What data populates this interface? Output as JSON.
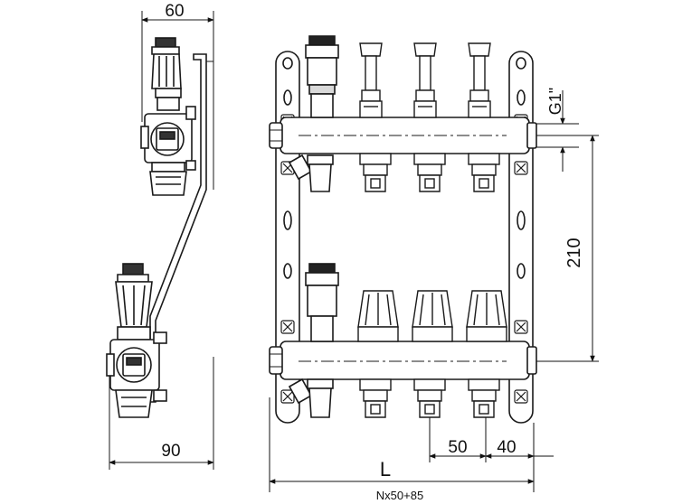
{
  "dimensions": {
    "side_width": "60",
    "side_depth": "90",
    "thread": "G1\"",
    "height": "210",
    "outlet_pitch": "50",
    "end_offset": "40",
    "length": "L",
    "length_formula": "Nx50+85"
  },
  "outlets": {
    "count": 3
  },
  "colors": {
    "line": "#1a1a1a",
    "fill": "#ffffff",
    "shade": "#d9d9d9"
  }
}
